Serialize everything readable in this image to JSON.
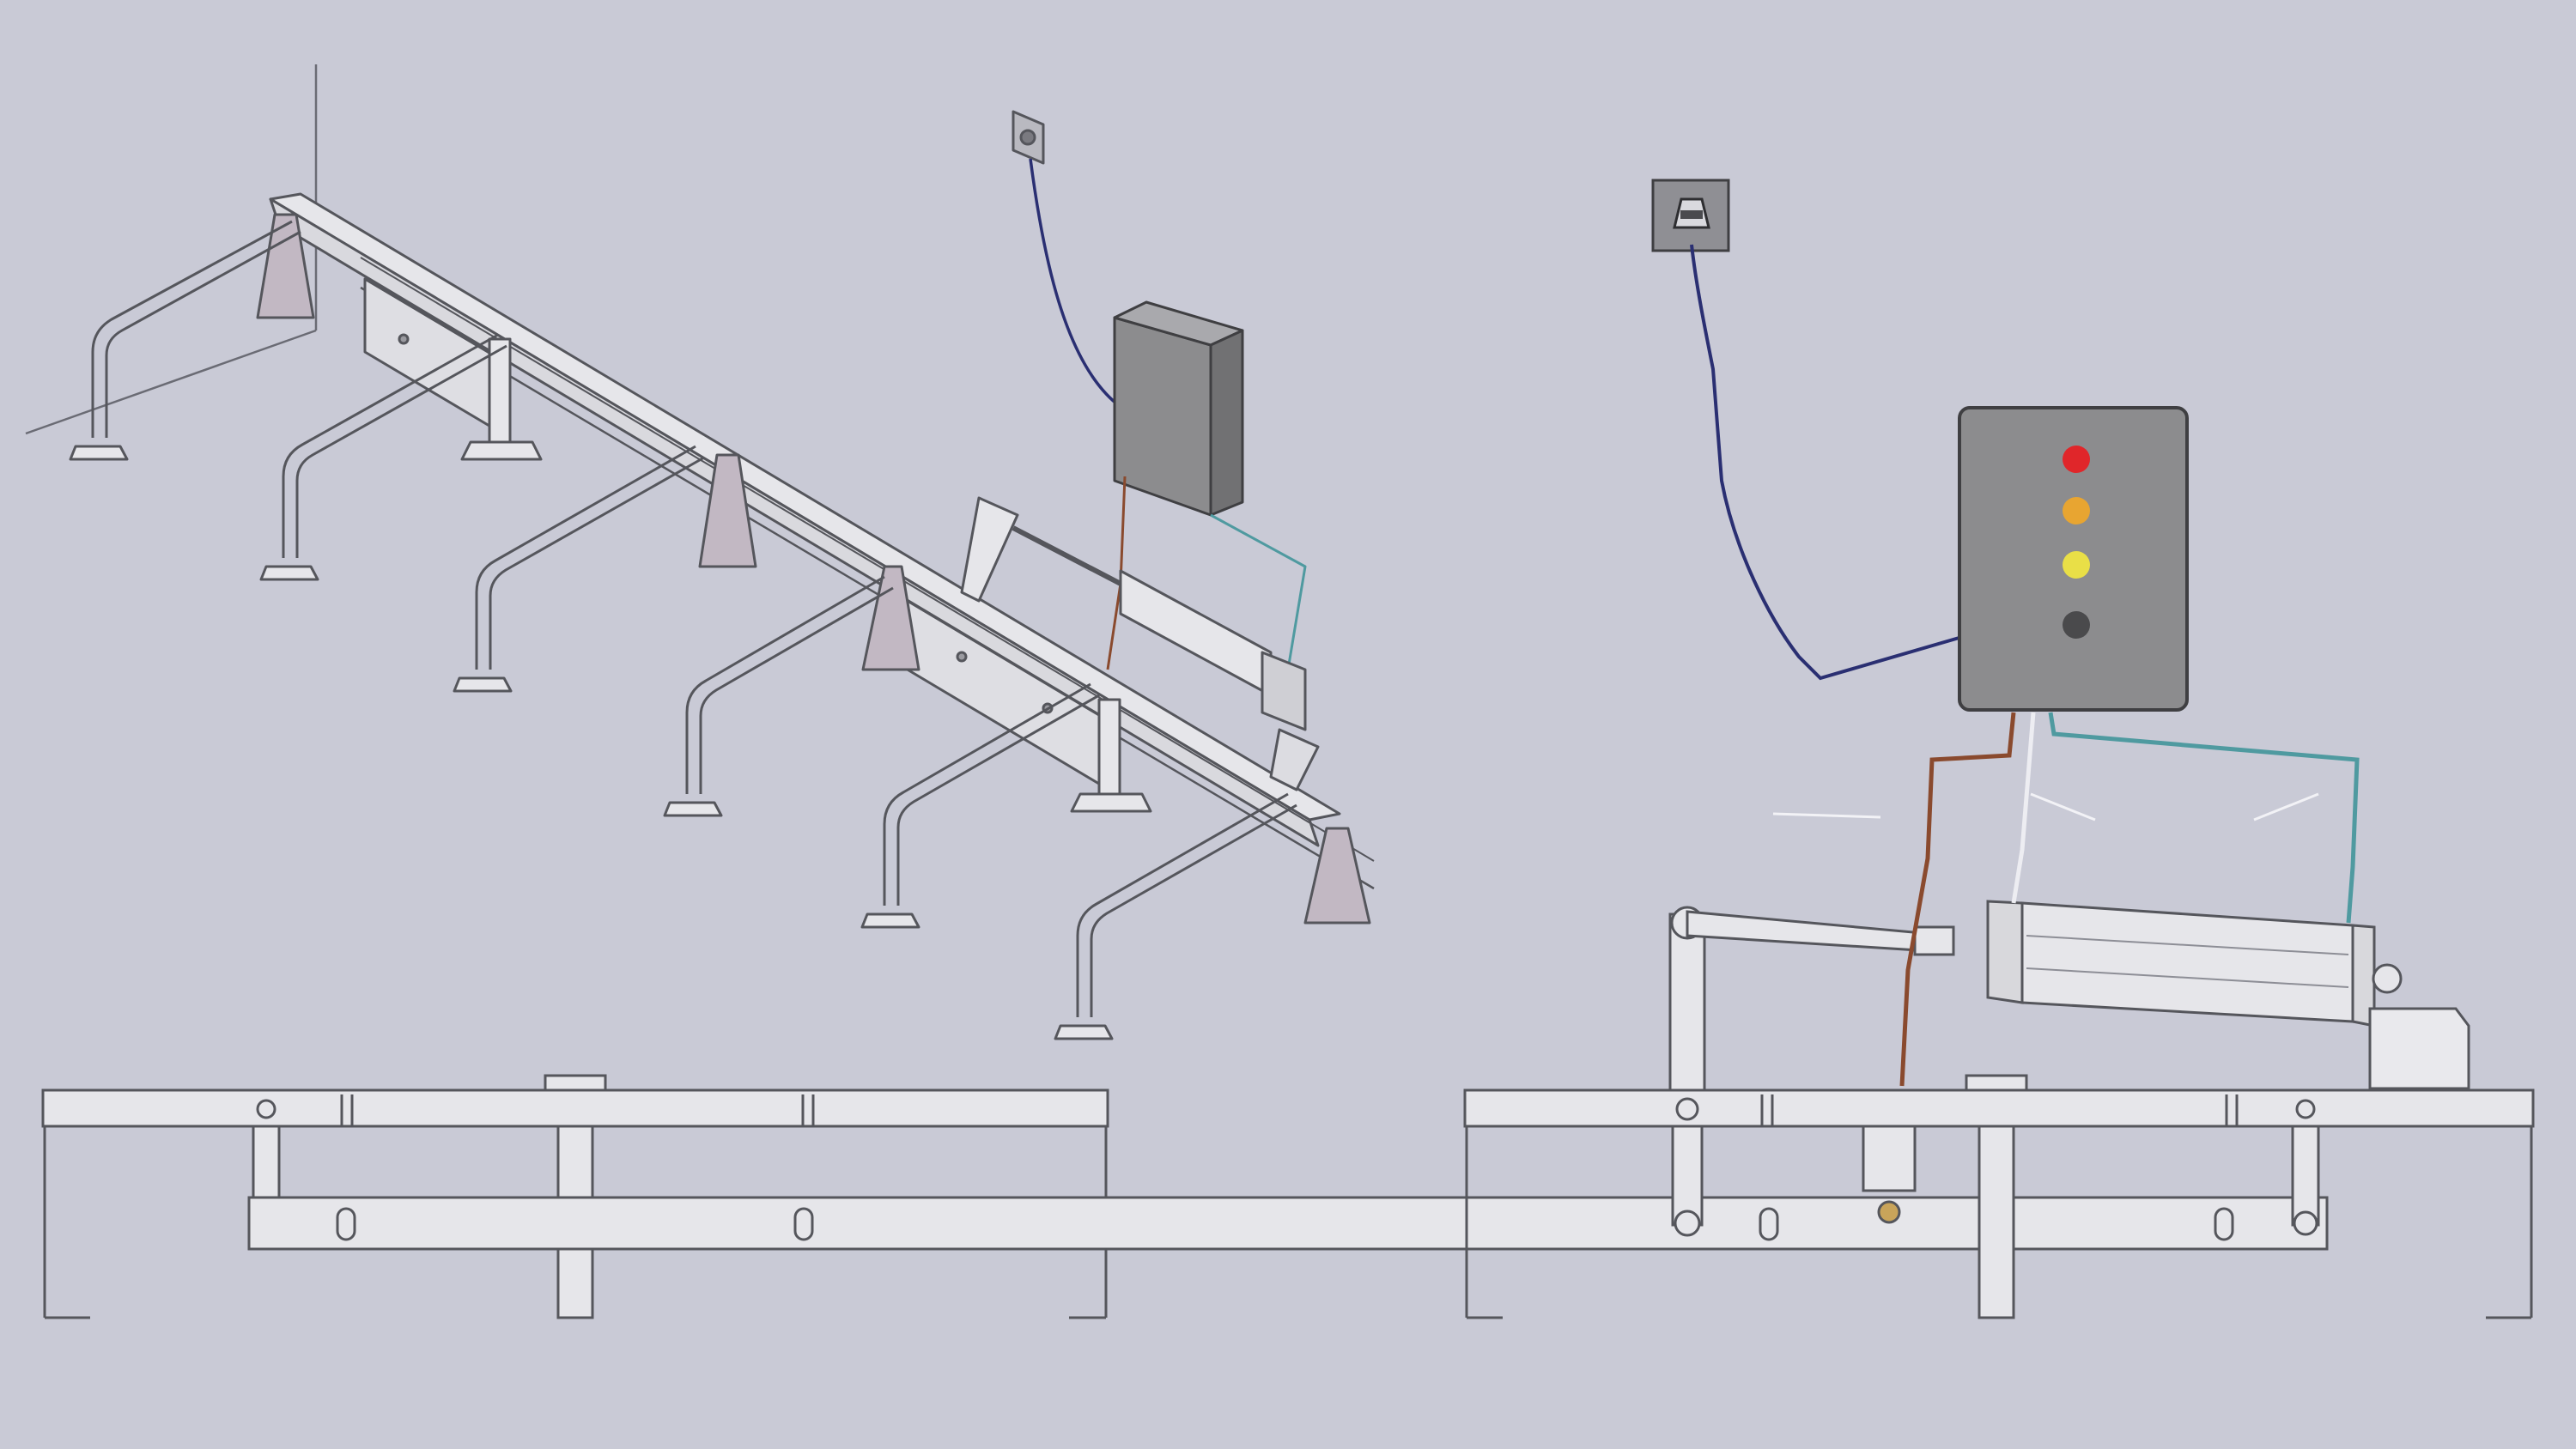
{
  "colors": {
    "background": "#c9cad6",
    "metal_fill": "#e6e6ea",
    "metal_stroke": "#55565c",
    "bracket_fill": "#c2b8c3",
    "panel_fill": "#8c8c8e",
    "panel_stroke": "#3f3f42",
    "wire_power": "#2a2f72",
    "wire_brown": "#8a4a2e",
    "wire_teal": "#4f9aa0",
    "wire_white": "#ededf2",
    "indicator_red": "#e0262a",
    "indicator_orange": "#e8a531",
    "indicator_yellow": "#e9df47",
    "indicator_off": "#4a4a4c"
  },
  "control_panel": {
    "indicators": [
      "red",
      "orange",
      "yellow",
      "off"
    ]
  },
  "icons": {
    "socket_left": "power-socket-icon",
    "socket_right": "power-socket-icon"
  }
}
